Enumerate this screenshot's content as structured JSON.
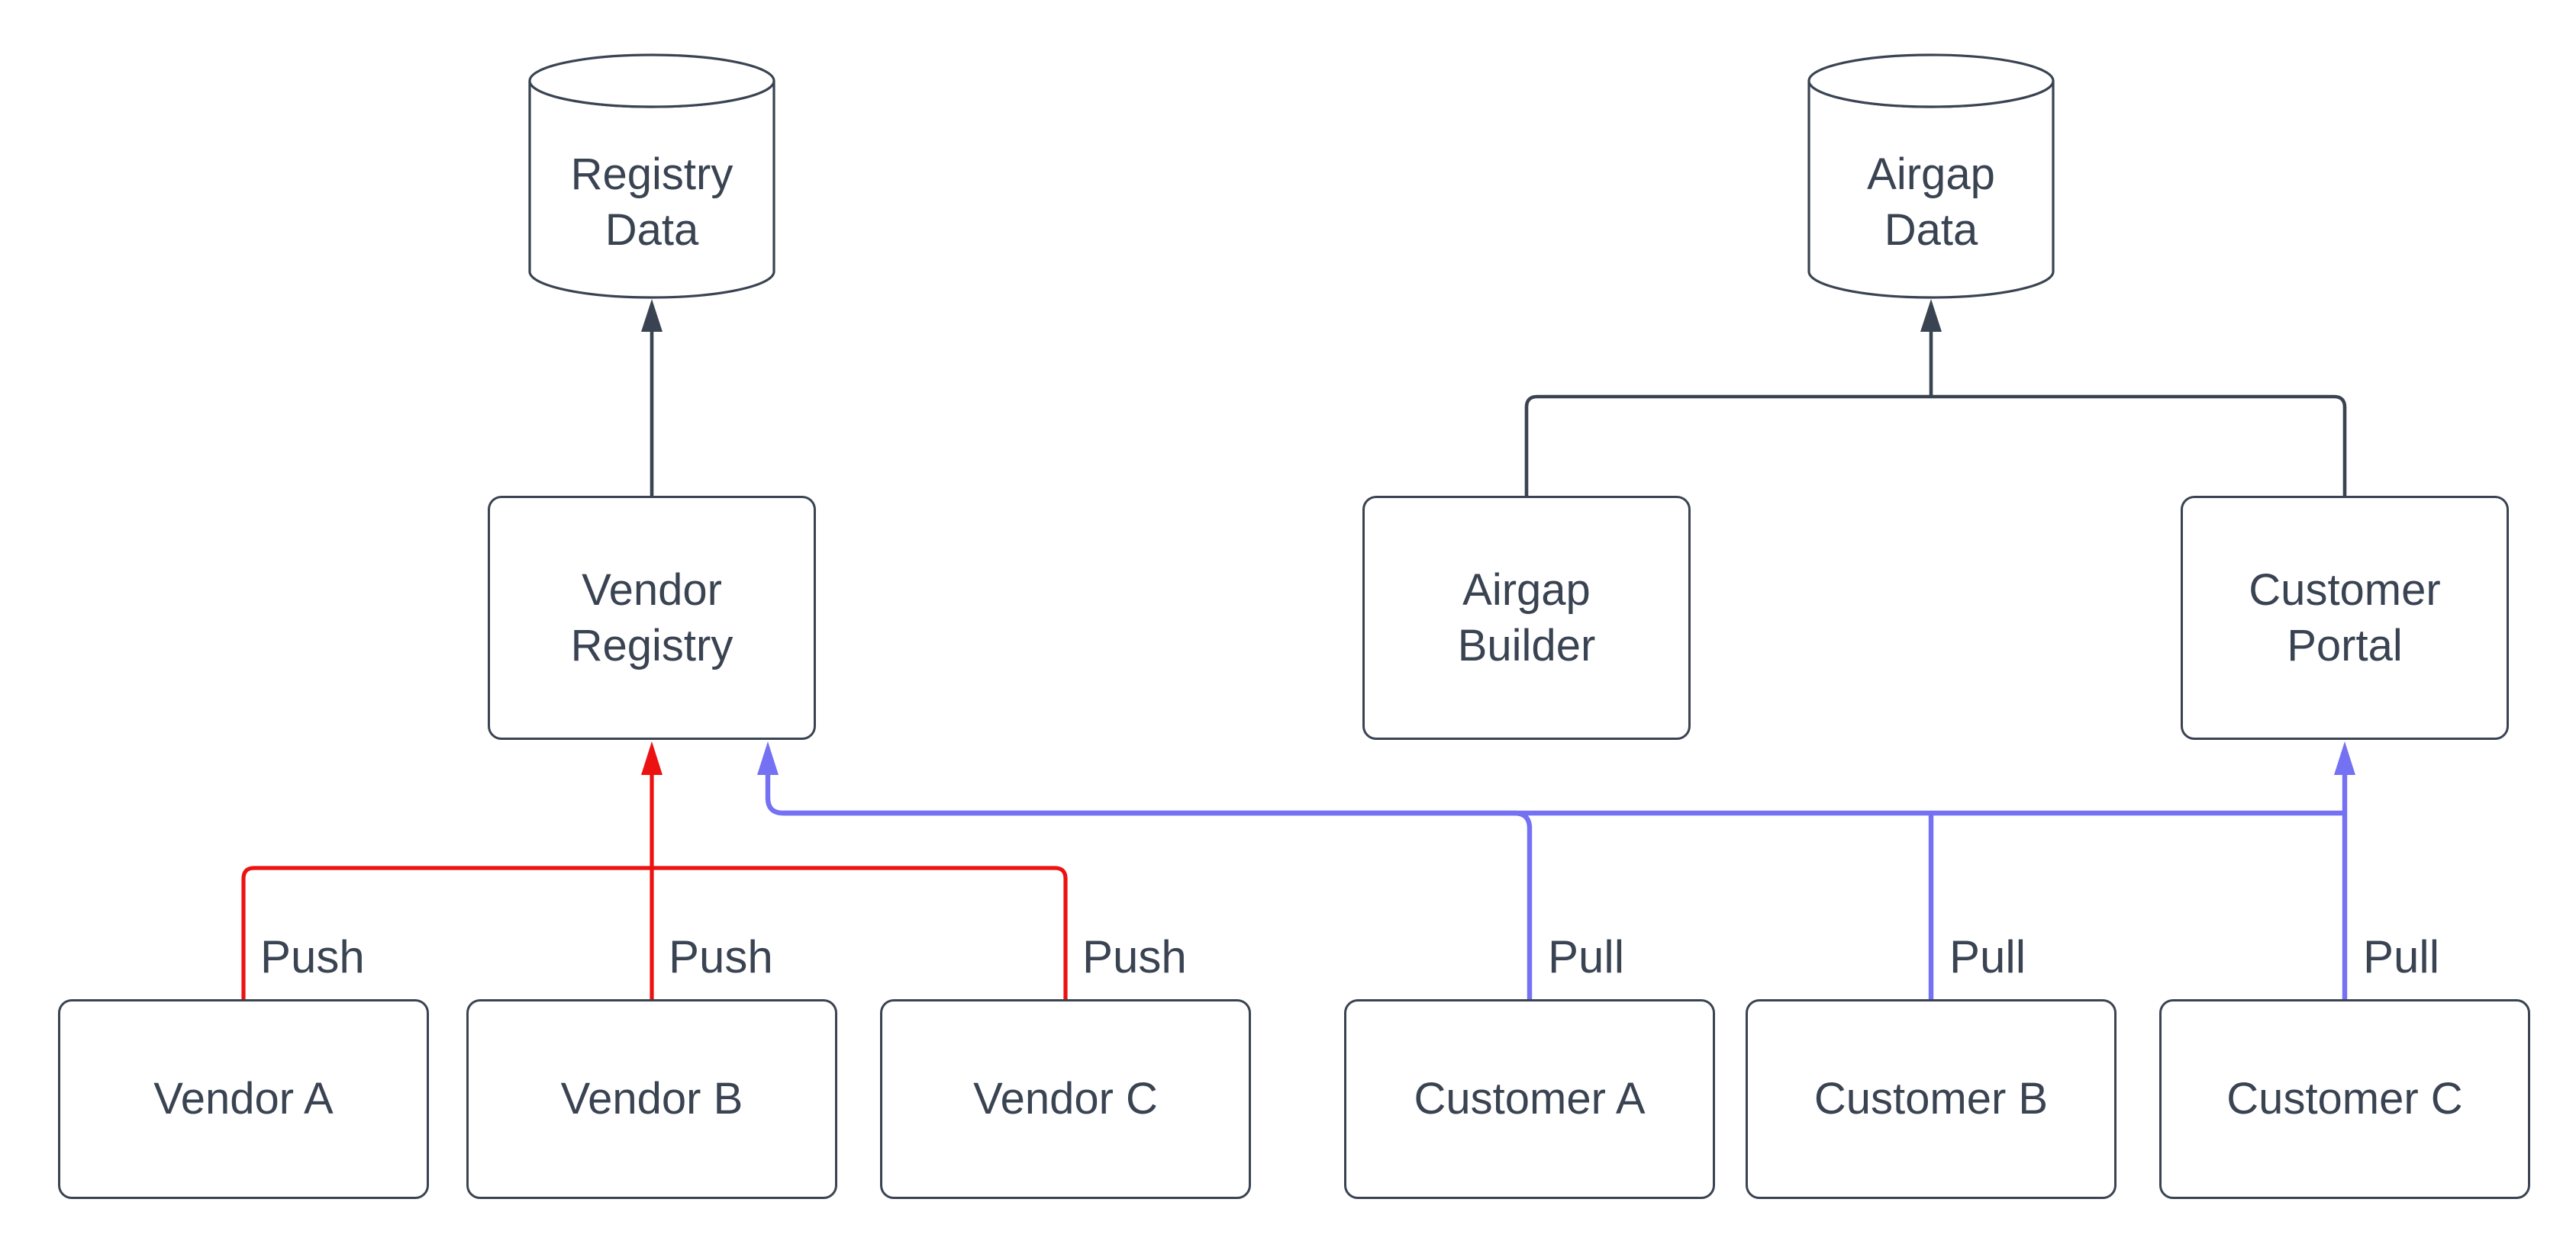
{
  "diagram_type": "flowchart",
  "colors": {
    "ink": "#3a4352",
    "push": "#ec1212",
    "pull": "#7471f2",
    "background": "#ffffff"
  },
  "nodes": {
    "registry_data": {
      "label": "Registry\nData",
      "shape": "cylinder"
    },
    "airgap_data": {
      "label": "Airgap\nData",
      "shape": "cylinder"
    },
    "vendor_registry": {
      "label": "Vendor\nRegistry",
      "shape": "rounded-box"
    },
    "airgap_builder": {
      "label": "Airgap\nBuilder",
      "shape": "rounded-box"
    },
    "customer_portal": {
      "label": "Customer\nPortal",
      "shape": "rounded-box"
    },
    "vendor_a": {
      "label": "Vendor A",
      "shape": "rounded-box"
    },
    "vendor_b": {
      "label": "Vendor B",
      "shape": "rounded-box"
    },
    "vendor_c": {
      "label": "Vendor C",
      "shape": "rounded-box"
    },
    "customer_a": {
      "label": "Customer A",
      "shape": "rounded-box"
    },
    "customer_b": {
      "label": "Customer B",
      "shape": "rounded-box"
    },
    "customer_c": {
      "label": "Customer C",
      "shape": "rounded-box"
    }
  },
  "edge_labels": {
    "push": "Push",
    "pull": "Pull"
  },
  "edges": [
    {
      "from": "Vendor Registry",
      "to": "Registry Data",
      "label": "",
      "color": "#3a4352"
    },
    {
      "from": "Airgap Builder",
      "to": "Airgap Data",
      "label": "",
      "color": "#3a4352"
    },
    {
      "from": "Customer Portal",
      "to": "Airgap Data",
      "label": "",
      "color": "#3a4352"
    },
    {
      "from": "Vendor A",
      "to": "Vendor Registry",
      "label": "Push",
      "color": "#ec1212"
    },
    {
      "from": "Vendor B",
      "to": "Vendor Registry",
      "label": "Push",
      "color": "#ec1212"
    },
    {
      "from": "Vendor C",
      "to": "Vendor Registry",
      "label": "Push",
      "color": "#ec1212"
    },
    {
      "from": "Customer A",
      "to": "Vendor Registry & Customer Portal",
      "label": "Pull",
      "color": "#7471f2"
    },
    {
      "from": "Customer B",
      "to": "Vendor Registry & Customer Portal",
      "label": "Pull",
      "color": "#7471f2"
    },
    {
      "from": "Customer C",
      "to": "Vendor Registry & Customer Portal",
      "label": "Pull",
      "color": "#7471f2"
    }
  ]
}
